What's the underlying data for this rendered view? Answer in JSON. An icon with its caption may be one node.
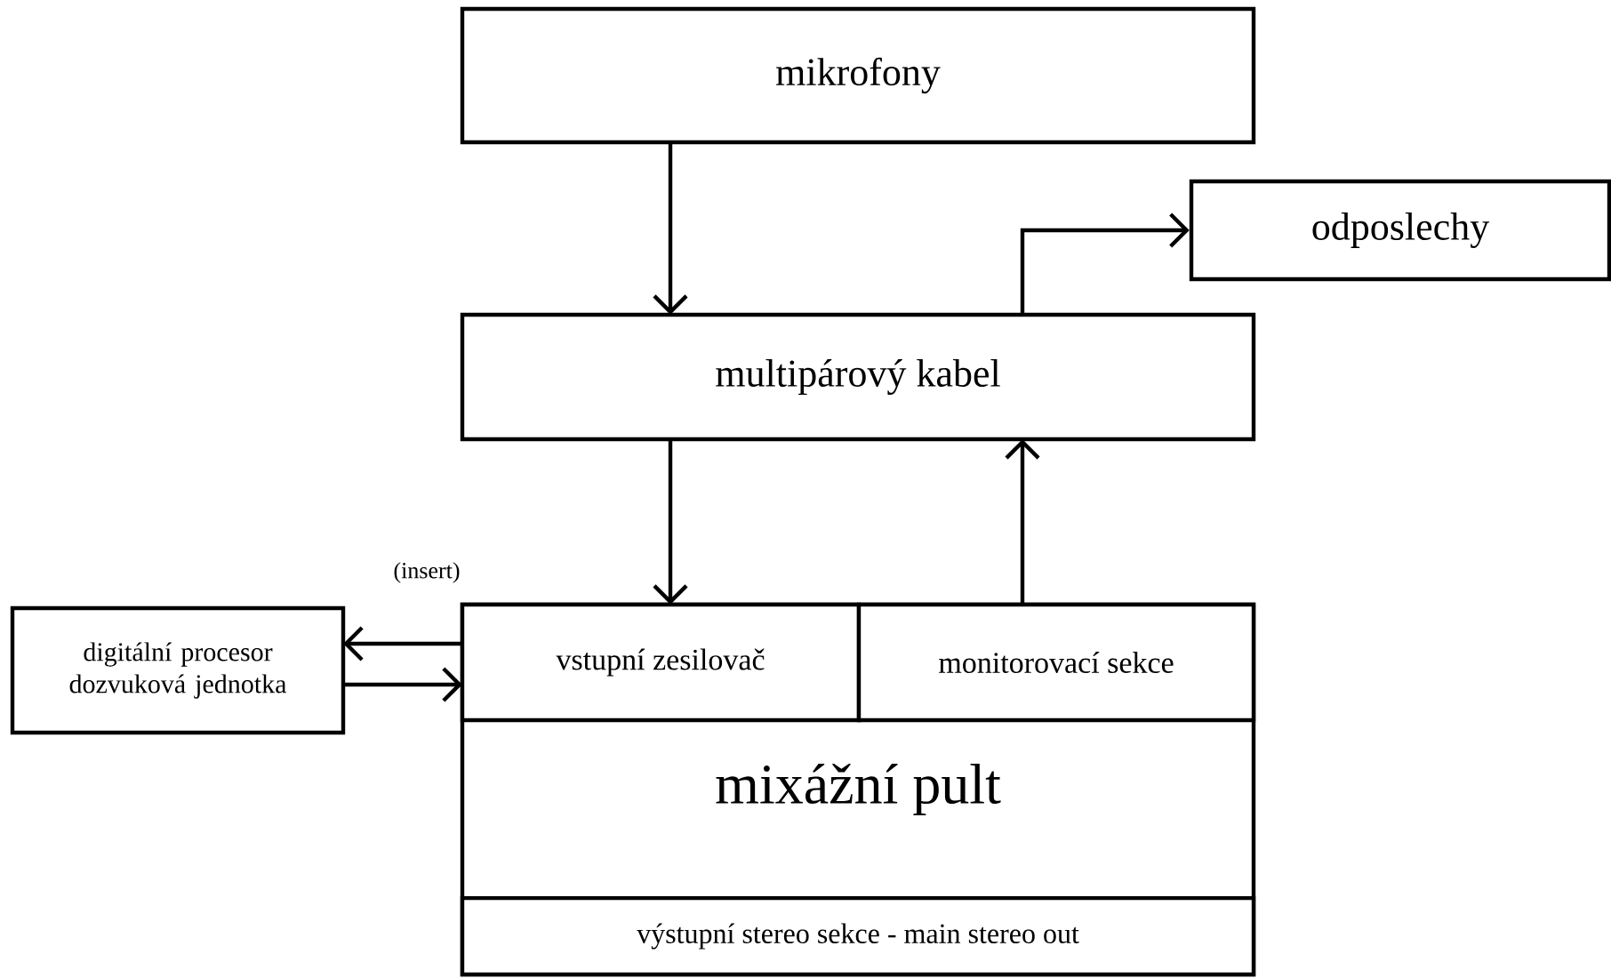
{
  "diagram": {
    "nodes": [
      {
        "text": [
          "mikrofony"
        ]
      },
      {
        "text": [
          "odposlechy"
        ]
      },
      {
        "text": [
          "multipárový kabel"
        ]
      },
      {
        "text": [
          "mixážní pult"
        ]
      },
      {
        "text": [
          "vstupní zesilovač"
        ],
        "in": 3
      },
      {
        "text": [
          "monitorovací sekce"
        ],
        "in": 3
      },
      {
        "text": [
          "výstupní stereo sekce - main stereo out"
        ],
        "in": 3
      },
      {
        "text": [
          "digitální procesor dozvuková jednotka"
        ]
      }
    ],
    "edges": [
      {
        "from": 0,
        "to": 2,
        "arrow": "to"
      },
      {
        "from": 2,
        "to": 1,
        "arrow": "to"
      },
      {
        "from": 2,
        "to": 4,
        "arrow": "to"
      },
      {
        "from": 5,
        "to": 2,
        "arrow": "to"
      },
      {
        "from": 4,
        "to": 7,
        "arrow": "to"
      },
      {
        "from": 7,
        "to": 4,
        "arrow": "to"
      }
    ],
    "labels": [
      "(insert)"
    ]
  }
}
